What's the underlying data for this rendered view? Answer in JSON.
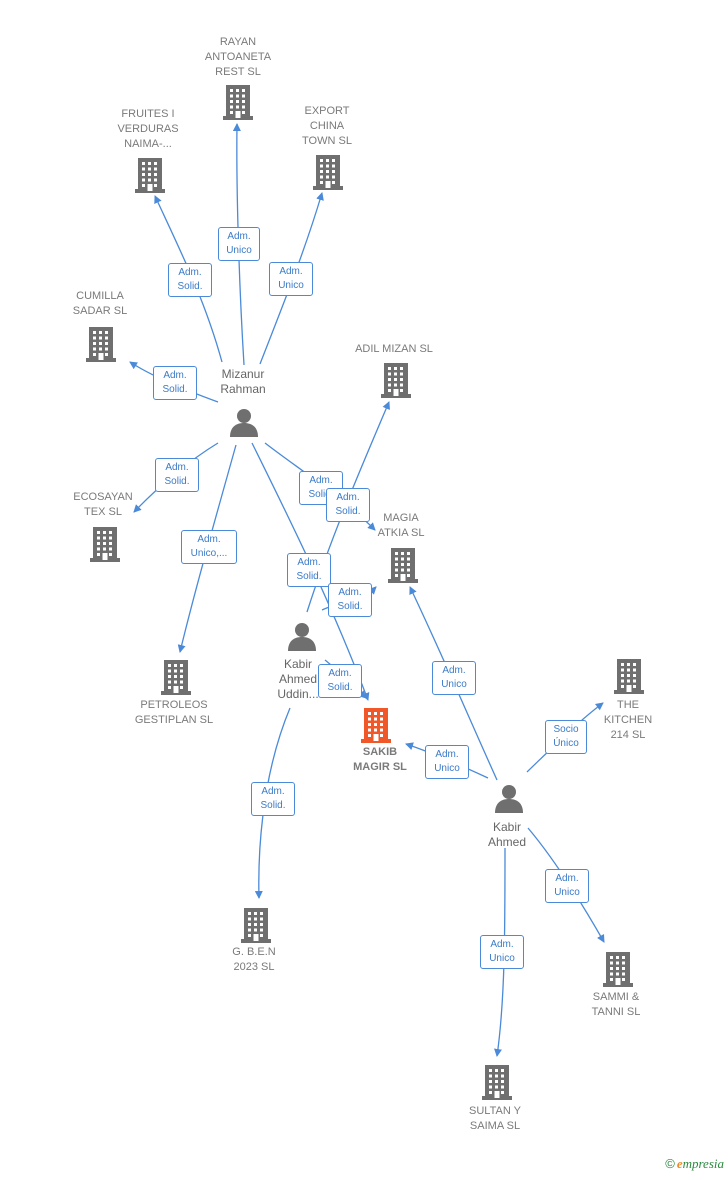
{
  "colors": {
    "edge": "#4a8ad8",
    "building": "#6f6f6f",
    "building_highlight": "#f0582a",
    "person": "#6f6f6f"
  },
  "nodes": [
    {
      "id": "rayan",
      "type": "company",
      "label": "RAYAN\nANTOANETA\nREST  SL"
    },
    {
      "id": "fruites",
      "type": "company",
      "label": "FRUITES I\nVERDURAS\nNAIMA-..."
    },
    {
      "id": "export",
      "type": "company",
      "label": "EXPORT\nCHINA\nTOWN  SL"
    },
    {
      "id": "cumilla",
      "type": "company",
      "label": "CUMILLA\nSADAR  SL"
    },
    {
      "id": "adil",
      "type": "company",
      "label": "ADIL MIZAN  SL"
    },
    {
      "id": "mizanur",
      "type": "person",
      "label": "Mizanur\nRahman"
    },
    {
      "id": "ecosayan",
      "type": "company",
      "label": "ECOSAYAN\nTEX  SL"
    },
    {
      "id": "magia",
      "type": "company",
      "label": "MAGIA\nATKIA  SL"
    },
    {
      "id": "petroleos",
      "type": "company",
      "label": "PETROLEOS\nGESTIPLAN  SL"
    },
    {
      "id": "kabir_uddin",
      "type": "person",
      "label": "Kabir\nAhmed\nUddin..."
    },
    {
      "id": "sakib",
      "type": "company_main",
      "label": "SAKIB\nMAGIR  SL"
    },
    {
      "id": "kitchen",
      "type": "company",
      "label": "THE\nKITCHEN\n214  SL"
    },
    {
      "id": "kabir",
      "type": "person",
      "label": "Kabir\nAhmed"
    },
    {
      "id": "gben",
      "type": "company",
      "label": "G. B.E.N\n2023  SL"
    },
    {
      "id": "sammi",
      "type": "company",
      "label": "SAMMI &\nTANNI SL"
    },
    {
      "id": "sultan",
      "type": "company",
      "label": "SULTAN Y\nSAIMA  SL"
    }
  ],
  "edges": [
    {
      "from": "mizanur",
      "to": "rayan",
      "label": "Adm.\nUnico"
    },
    {
      "from": "mizanur",
      "to": "fruites",
      "label": "Adm.\nSolid."
    },
    {
      "from": "mizanur",
      "to": "export",
      "label": "Adm.\nUnico"
    },
    {
      "from": "mizanur",
      "to": "cumilla",
      "label": "Adm.\nSolid."
    },
    {
      "from": "mizanur",
      "to": "ecosayan",
      "label": "Adm.\nSolid."
    },
    {
      "from": "mizanur",
      "to": "petroleos",
      "label": "Adm.\nUnico,..."
    },
    {
      "from": "mizanur",
      "to": "magia",
      "label": "Adm.\nSolid."
    },
    {
      "from": "mizanur",
      "to": "sakib",
      "label": "Adm.\nSolid."
    },
    {
      "from": "kabir_uddin",
      "to": "adil",
      "label": "Adm.\nSolid."
    },
    {
      "from": "kabir_uddin",
      "to": "magia",
      "label": "Adm.\nSolid."
    },
    {
      "from": "kabir_uddin",
      "to": "sakib",
      "label": "Adm.\nSolid."
    },
    {
      "from": "kabir_uddin",
      "to": "gben",
      "label": "Adm.\nSolid."
    },
    {
      "from": "kabir",
      "to": "magia",
      "label": "Adm.\nUnico"
    },
    {
      "from": "kabir",
      "to": "sakib",
      "label": "Adm.\nUnico"
    },
    {
      "from": "kabir",
      "to": "kitchen",
      "label": "Socio\nÚnico"
    },
    {
      "from": "kabir",
      "to": "sammi",
      "label": "Adm.\nUnico"
    },
    {
      "from": "kabir",
      "to": "sultan",
      "label": "Adm.\nUnico"
    }
  ],
  "footer": {
    "copyright_symbol": "©",
    "brand_initial": "e",
    "brand_rest": "mpresia"
  }
}
